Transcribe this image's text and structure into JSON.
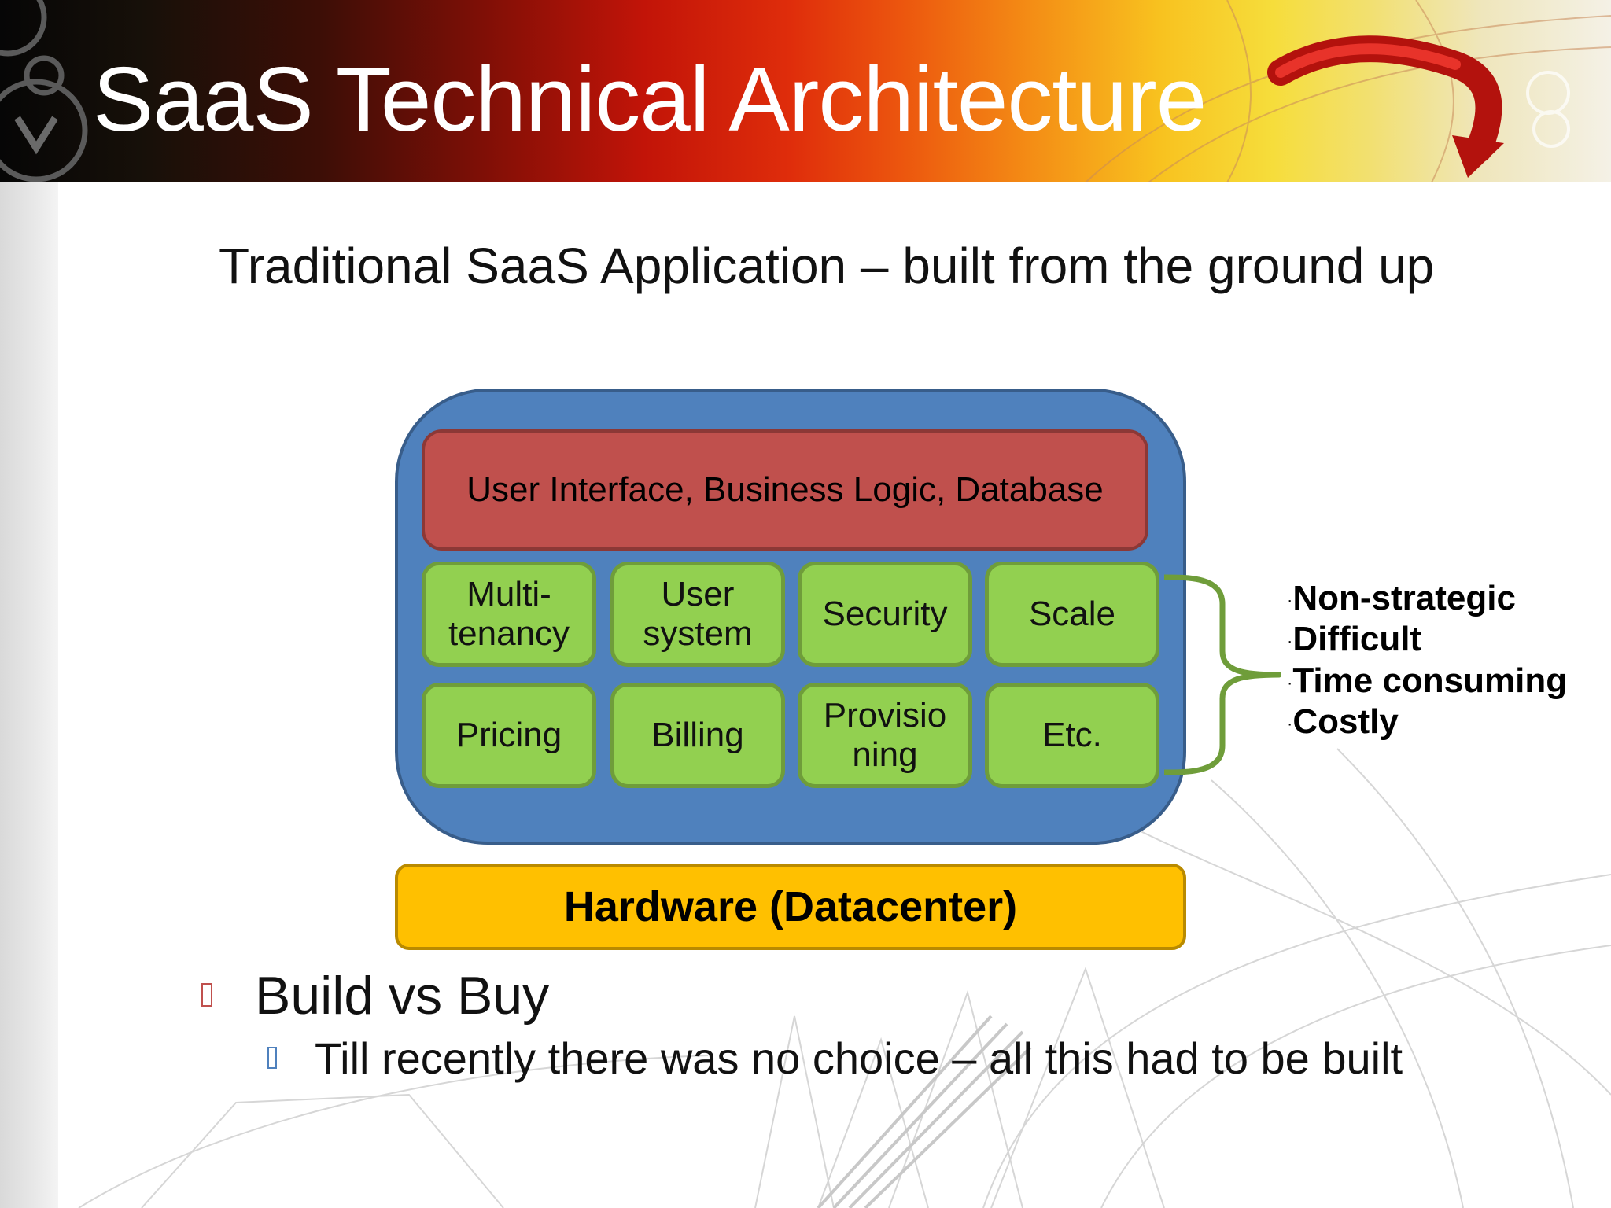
{
  "slide": {
    "title": "SaaS Technical Architecture",
    "subtitle": "Traditional SaaS Application – built from the ground up"
  },
  "diagram": {
    "app_layer": "User Interface, Business Logic, Database",
    "modules": [
      [
        "Multi-",
        "tenancy"
      ],
      [
        "User",
        "system"
      ],
      [
        "Security"
      ],
      [
        "Scale"
      ],
      [
        "Pricing"
      ],
      [
        "Billing"
      ],
      [
        "Provisio",
        "ning"
      ],
      [
        "Etc."
      ]
    ],
    "hardware": "Hardware (Datacenter)",
    "notes": [
      "Non-strategic",
      "Difficult",
      "Time consuming",
      "Costly"
    ]
  },
  "bullets": {
    "level1": "Build vs Buy",
    "level2": "Till recently there was no choice – all this had to be built"
  },
  "colors": {
    "platform_blue": "#4f81bd",
    "app_red": "#c0504d",
    "module_green": "#92d050",
    "hardware_yellow": "#ffc000",
    "brace_green": "#6f9d3a"
  }
}
